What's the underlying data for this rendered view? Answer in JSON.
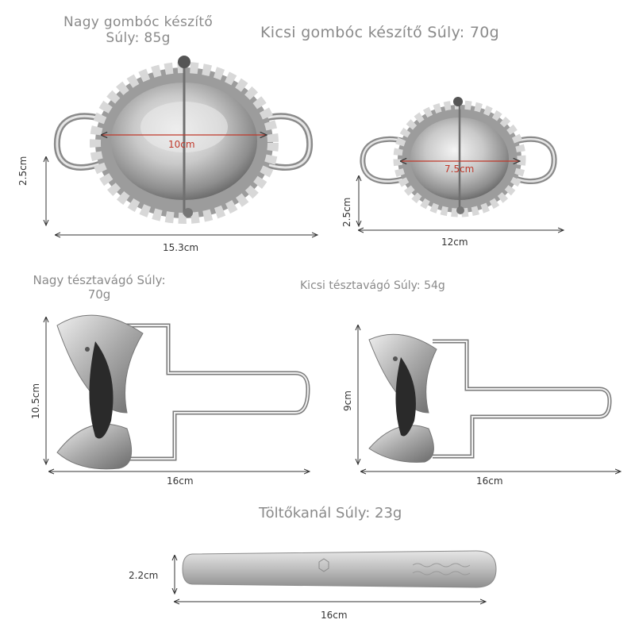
{
  "sections": {
    "large_dumpling_maker": {
      "title_line1": "Nagy gombóc készítő",
      "title_line2": "Súly: 85g",
      "diameter": "10cm",
      "height": "2.5cm",
      "width": "15.3cm"
    },
    "small_dumpling_maker": {
      "title": "Kicsi gombóc készítő Súly: 70g",
      "diameter": "7.5cm",
      "height": "2.5cm",
      "width": "12cm"
    },
    "large_dough_cutter": {
      "title_line1": "Nagy tésztavágó Súly:",
      "title_line2": "70g",
      "height": "10.5cm",
      "width": "16cm"
    },
    "small_dough_cutter": {
      "title": "Kicsi tésztavágó Súly: 54g",
      "height": "9cm",
      "width": "16cm"
    },
    "filling_spoon": {
      "title": "Töltőkanál Súly: 23g",
      "height": "2.2cm",
      "width": "16cm"
    }
  }
}
